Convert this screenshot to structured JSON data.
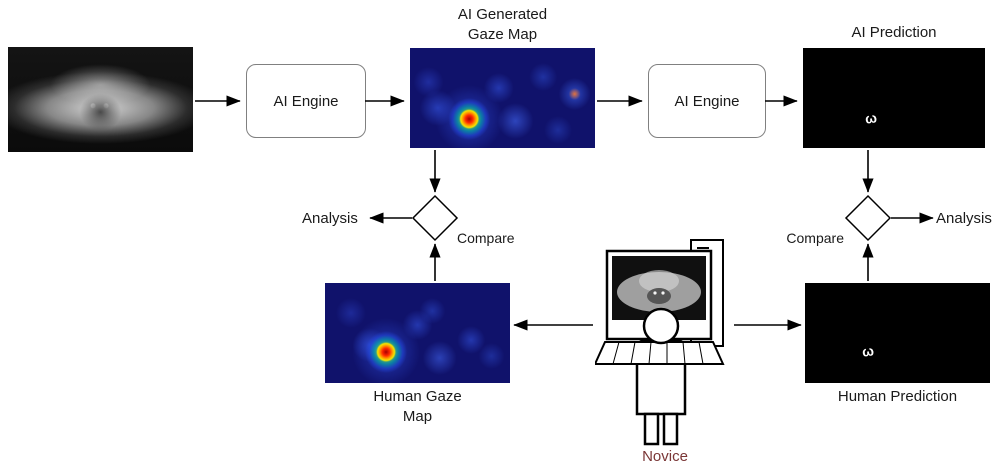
{
  "labels": {
    "ai_gaze_map_title_line1": "AI Generated",
    "ai_gaze_map_title_line2": "Gaze Map",
    "ai_prediction_title": "AI Prediction",
    "ai_engine_left": "AI Engine",
    "ai_engine_right": "AI Engine",
    "analysis_left": "Analysis",
    "analysis_right": "Analysis",
    "compare_left": "Compare",
    "compare_right": "Compare",
    "human_gaze_map_line1": "Human Gaze",
    "human_gaze_map_line2": "Map",
    "human_prediction_title": "Human Prediction",
    "novice_label": "Novice"
  },
  "icons": {
    "ai_prediction_mark": "ω",
    "human_prediction_mark": "ω",
    "input_image": "panoramic-dental-xray",
    "novice_figure": "person-at-computer"
  },
  "colors": {
    "novice_label": "#7a3636",
    "heatmap_base": "#10126b",
    "prediction_bg": "#000000",
    "engine_border": "#808080",
    "arrow": "#000000"
  }
}
